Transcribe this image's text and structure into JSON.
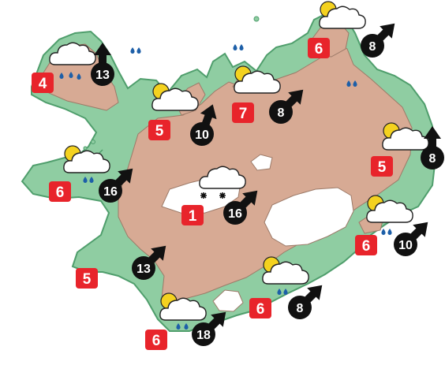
{
  "colors": {
    "lowland": "#8fcda2",
    "lowland_stroke": "#4f9e6c",
    "highland": "#d7aa94",
    "glacier": "#ffffff",
    "temp_box": "#e8242b",
    "wind_badge": "#111111",
    "sun": "#f4d21f",
    "rain": "#1d5fa8"
  },
  "stations": [
    {
      "id": "westfjords",
      "temperature": "4",
      "weather": "cloud-rain-icon",
      "wind_speed": "13",
      "wind_dir": "north"
    },
    {
      "id": "northwest",
      "temperature": "5",
      "weather": "sun-cloud-icon",
      "wind_speed": "10",
      "wind_dir": "north-northeast"
    },
    {
      "id": "north",
      "temperature": "7",
      "weather": "sun-cloud-icon",
      "wind_speed": "8",
      "wind_dir": "northeast"
    },
    {
      "id": "northeast",
      "temperature": "6",
      "weather": "sun-cloud-icon",
      "wind_speed": "8",
      "wind_dir": "east"
    },
    {
      "id": "east",
      "temperature": "5",
      "weather": "sun-cloud-icon",
      "wind_speed": "8",
      "wind_dir": "north"
    },
    {
      "id": "snaefellsnes",
      "temperature": "6",
      "weather": "sun-cloud-rain-icon",
      "wind_speed": "16",
      "wind_dir": "northeast"
    },
    {
      "id": "highlands",
      "temperature": "1",
      "weather": "cloud-snow-icon",
      "wind_speed": "16",
      "wind_dir": "northeast"
    },
    {
      "id": "southeast",
      "temperature": "6",
      "weather": "sun-cloud-rain-icon",
      "wind_speed": "10",
      "wind_dir": "northeast"
    },
    {
      "id": "reykjanes",
      "temperature": "5",
      "weather": "none",
      "wind_speed": "13",
      "wind_dir": "northeast"
    },
    {
      "id": "south-coast",
      "temperature": "6",
      "weather": "sun-cloud-rain-icon",
      "wind_speed": "8",
      "wind_dir": "northeast"
    },
    {
      "id": "south",
      "temperature": "6",
      "weather": "sun-cloud-rain-icon",
      "wind_speed": "18",
      "wind_dir": "northeast"
    }
  ],
  "extra_rain": [
    "rain-north",
    "rain-northeast-inland",
    "rain-westfjords-north"
  ]
}
